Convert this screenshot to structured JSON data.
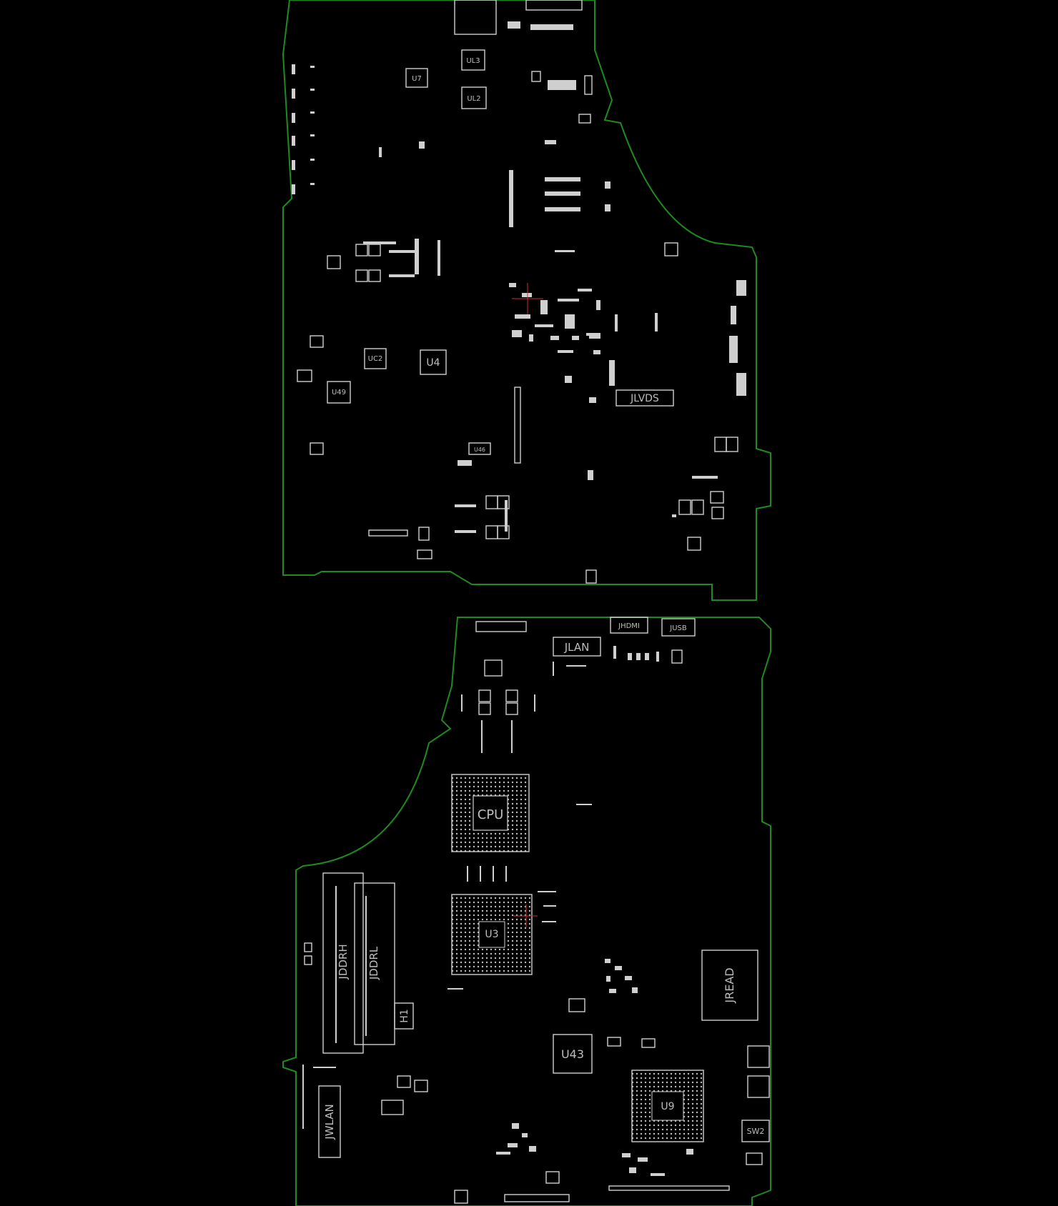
{
  "colors": {
    "background": "#000000",
    "outline": "#1f8a1f",
    "silkscreen": "#cfcfcf",
    "marker": "#c83232"
  },
  "top_board": {
    "labels": {
      "ul3": "UL3",
      "ul2": "UL2",
      "u7": "U7",
      "u4": "U4",
      "uc2": "UC2",
      "u49": "U49",
      "jlvds": "JLVDS",
      "u46": "U46"
    }
  },
  "bottom_board": {
    "labels": {
      "jhdmi": "JHDMI",
      "jusb": "JUSB",
      "jlan": "JLAN",
      "cpu": "CPU",
      "u3": "U3",
      "jddrh": "JDDRH",
      "jddrl": "JDDRL",
      "h1": "H1",
      "jread": "JREAD",
      "u43": "U43",
      "u9": "U9",
      "jwlan": "JWLAN",
      "sw2": "SW2"
    }
  }
}
